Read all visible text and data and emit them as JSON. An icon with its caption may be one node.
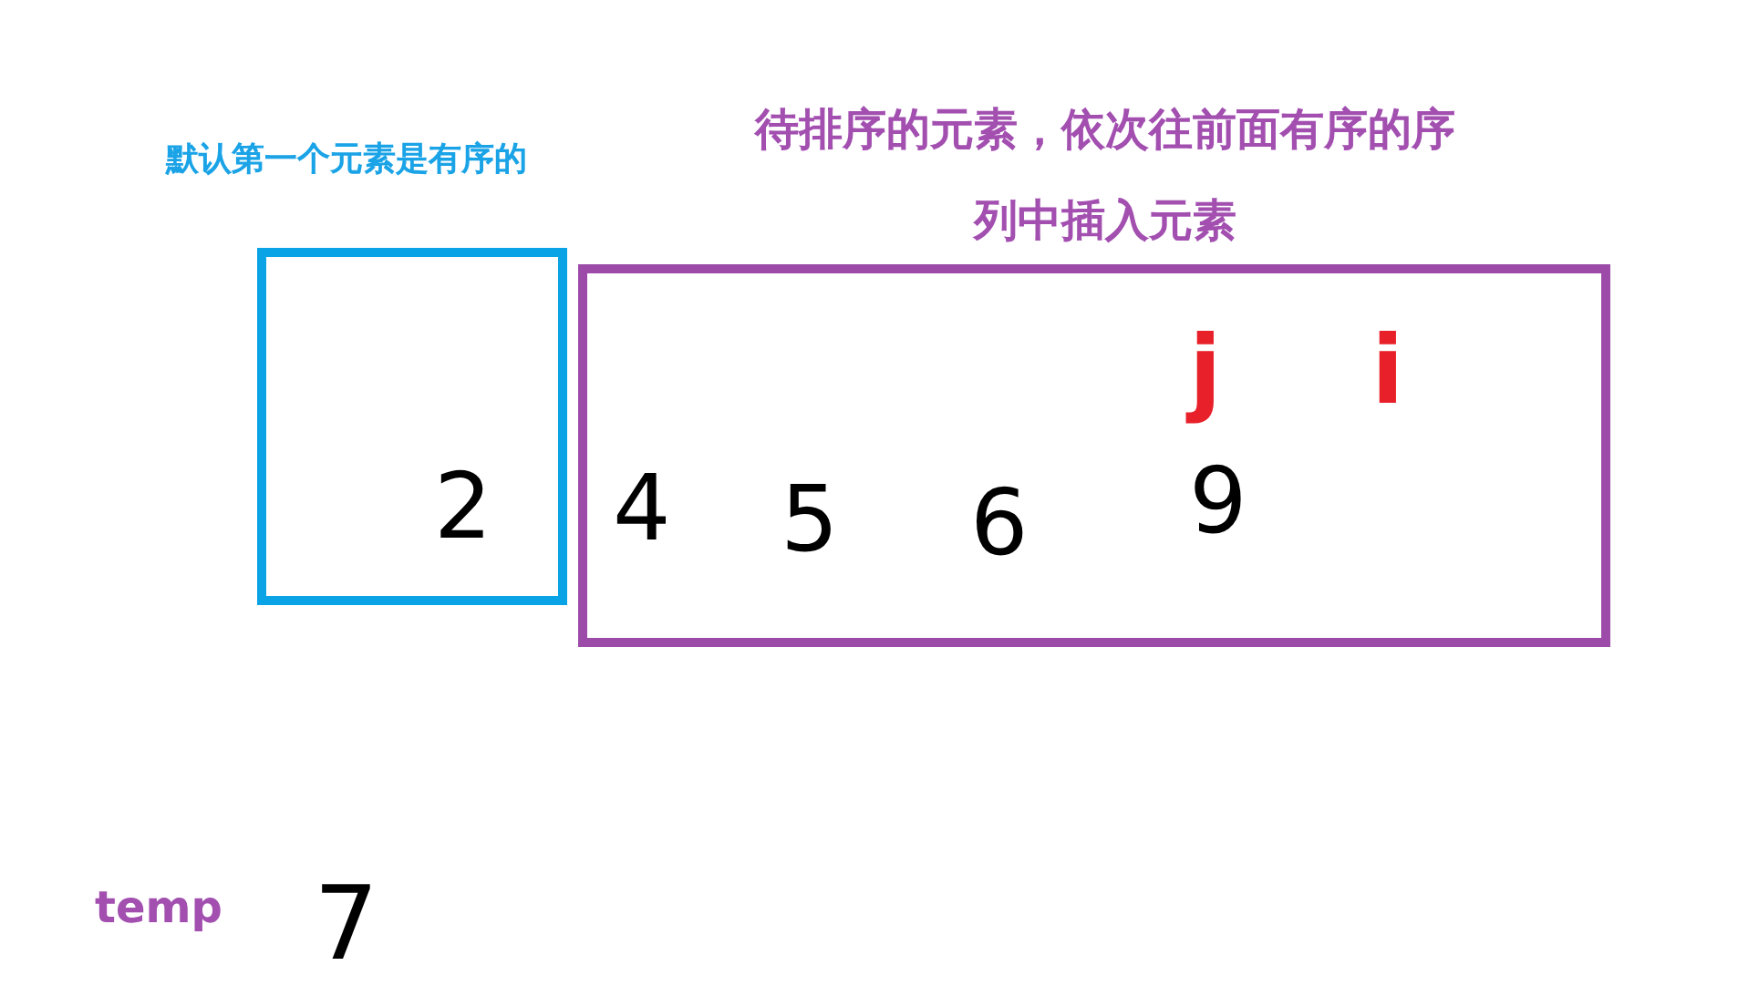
{
  "diagram": {
    "nodes": [
      {
        "text": [
          "默认第一个元素是有序的",
          "2"
        ]
      },
      {
        "text": [
          "待排序的元素，依次往前面有序的序列中插入元素",
          "j",
          "i",
          "4",
          "5",
          "6",
          "9"
        ]
      }
    ],
    "labels": [
      "temp",
      "7"
    ]
  }
}
